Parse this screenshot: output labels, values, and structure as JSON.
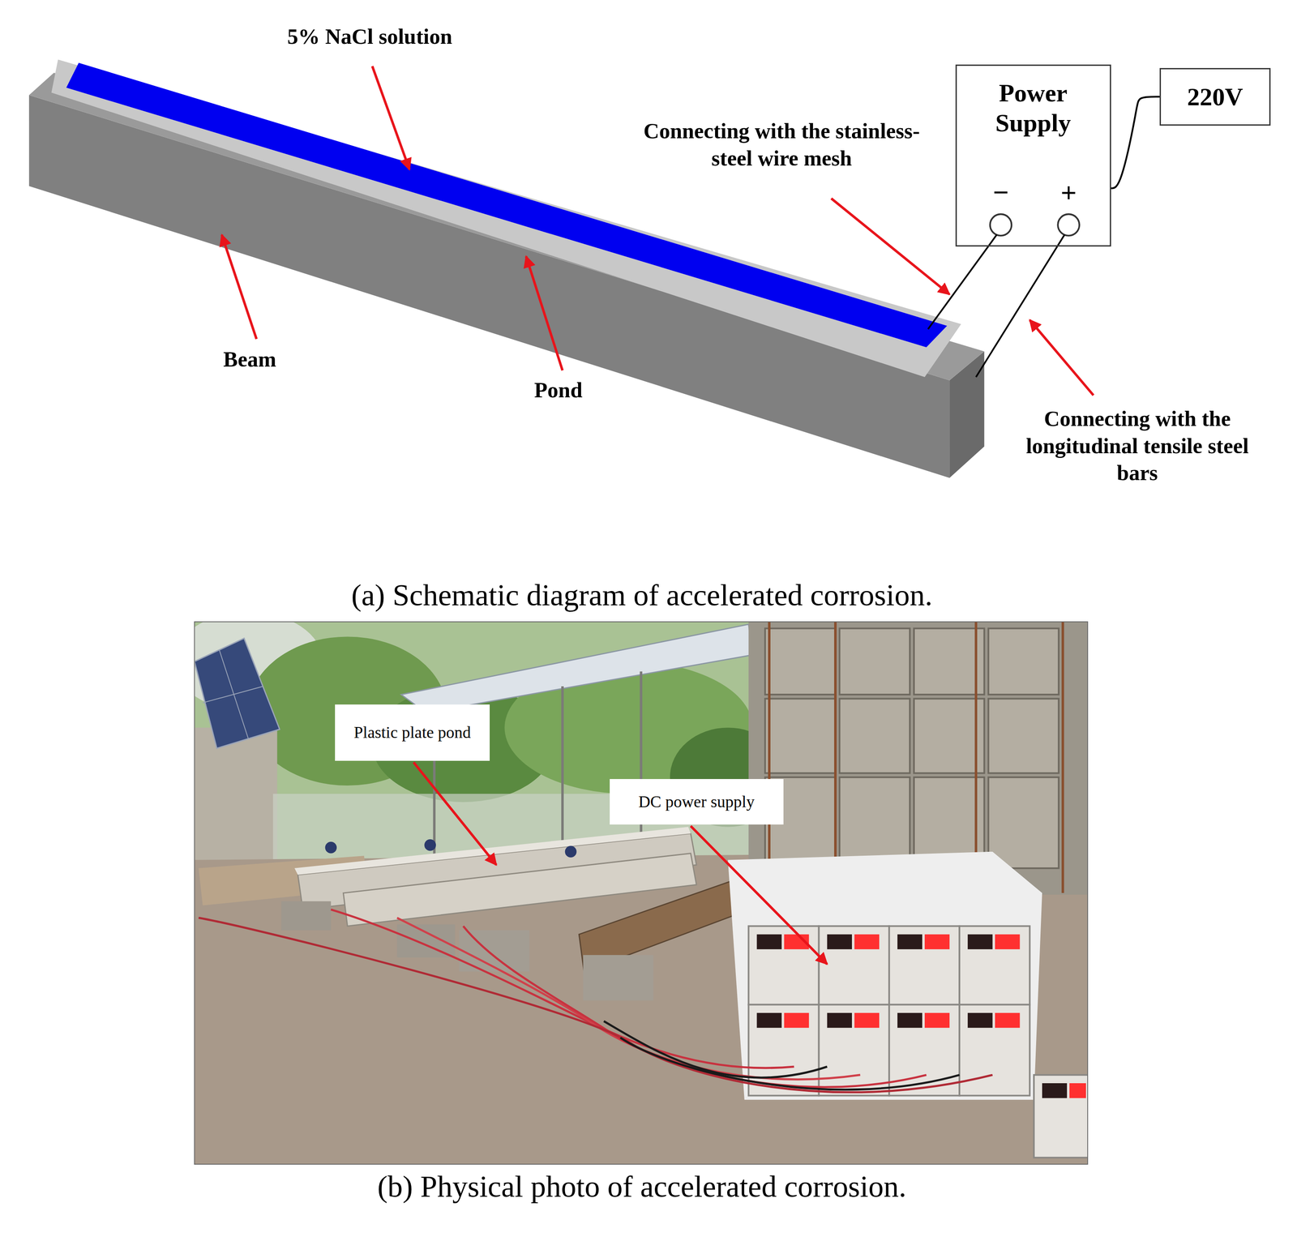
{
  "diagram": {
    "nodes": [
      {
        "text": [
          "Power Supply"
        ]
      },
      {
        "text": [
          "220V"
        ]
      },
      {
        "text": [
          "Plastic plate pond"
        ]
      },
      {
        "text": [
          "DC power supply"
        ]
      }
    ],
    "edges": [
      {
        "from": 1,
        "to": 0,
        "arrow": "none"
      }
    ],
    "labels": [
      "5% NaCl solution",
      "Connecting with the stainless-steel wire mesh",
      "Beam",
      "Pond",
      "Connecting with the longitudinal tensile steel bars",
      "−",
      "+",
      "(a) Schematic diagram of accelerated corrosion.",
      "(b) Physical photo of accelerated corrosion."
    ]
  }
}
